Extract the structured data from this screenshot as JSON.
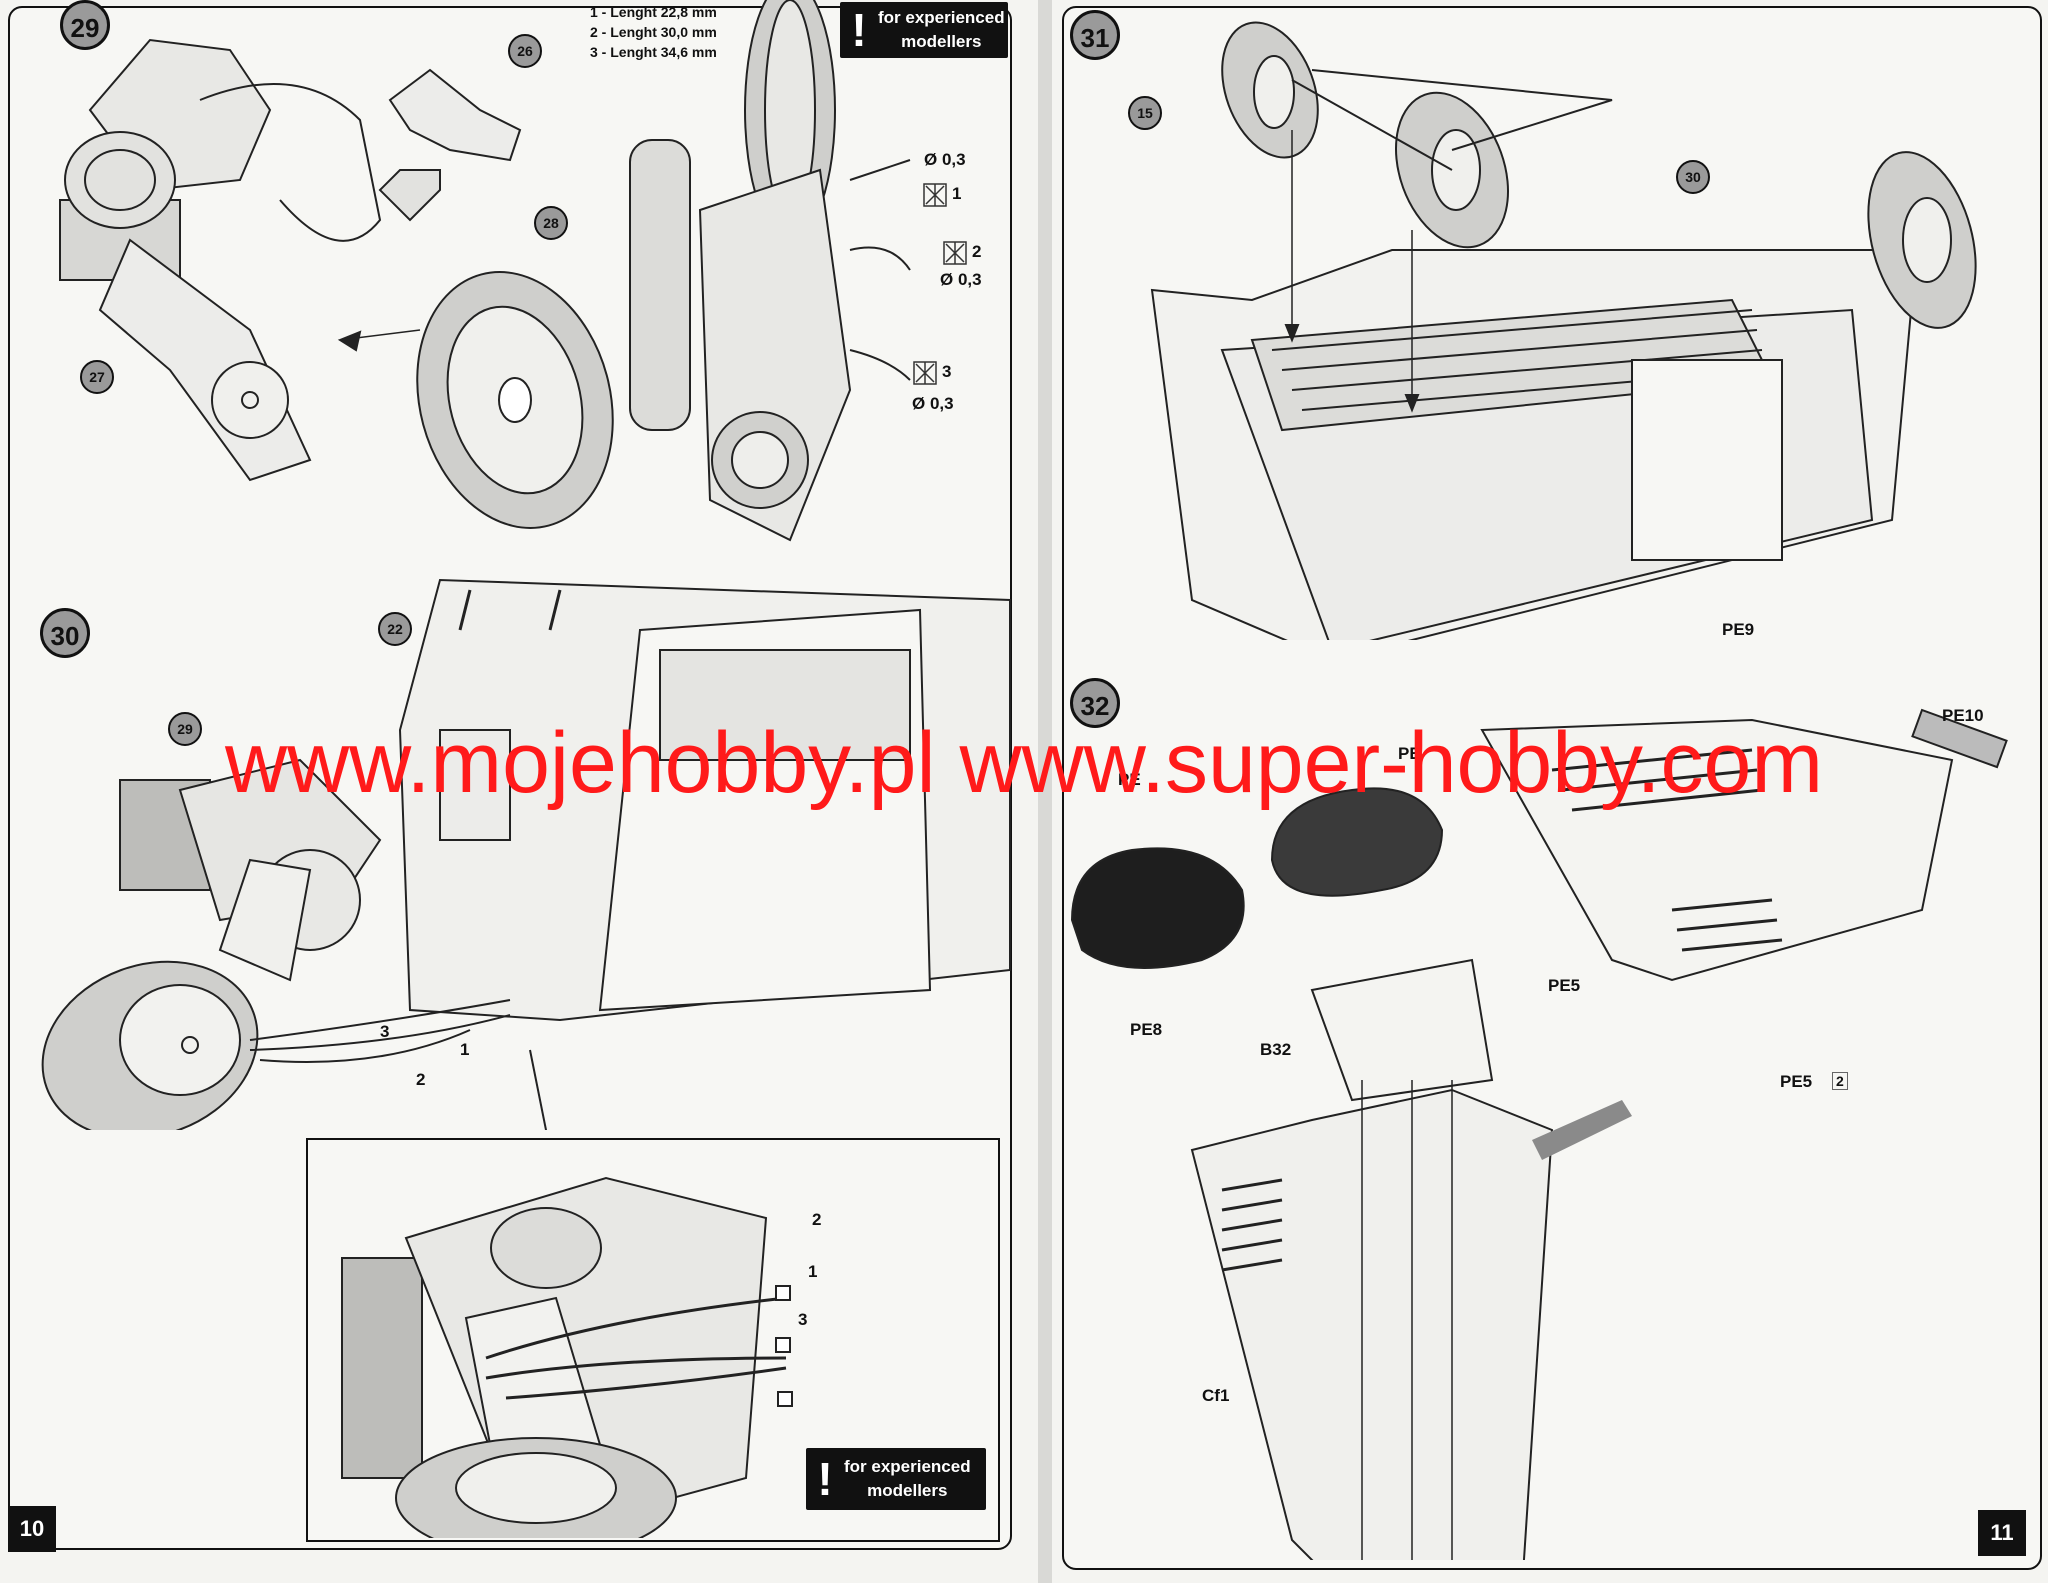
{
  "left_page": {
    "page_number": "10",
    "step29": {
      "step_number": "29",
      "lengths": [
        "1 - Lenght 22,8 mm",
        "2 - Lenght 30,0 mm",
        "3 - Lenght 34,6 mm"
      ],
      "parts": [
        "26",
        "27",
        "28"
      ],
      "wire_specs": [
        "Ø 0,3",
        "1",
        "2",
        "Ø 0,3",
        "3",
        "Ø 0,3"
      ],
      "notice": {
        "line1": "for experienced",
        "line2": "modellers"
      }
    },
    "step30": {
      "step_number": "30",
      "parts": [
        "22",
        "29"
      ],
      "wire_labels": [
        "3",
        "1",
        "2"
      ],
      "detail_labels": [
        "2",
        "1",
        "3"
      ],
      "notice": {
        "line1": "for experienced",
        "line2": "modellers"
      }
    }
  },
  "right_page": {
    "page_number": "11",
    "step31": {
      "step_number": "31",
      "parts": [
        "15",
        "30"
      ]
    },
    "step32": {
      "step_number": "32",
      "labels": {
        "pe9": "PE9",
        "pe10": "PE10",
        "pe_a": "PE",
        "pe_b": "PE",
        "pe5a": "PE5",
        "pe5b": "PE5",
        "pe5b_qty": "2",
        "pe8": "PE8",
        "b32": "B32",
        "cf1": "Cf1"
      }
    }
  },
  "watermark": "www.mojehobby.pl www.super-hobby.com"
}
